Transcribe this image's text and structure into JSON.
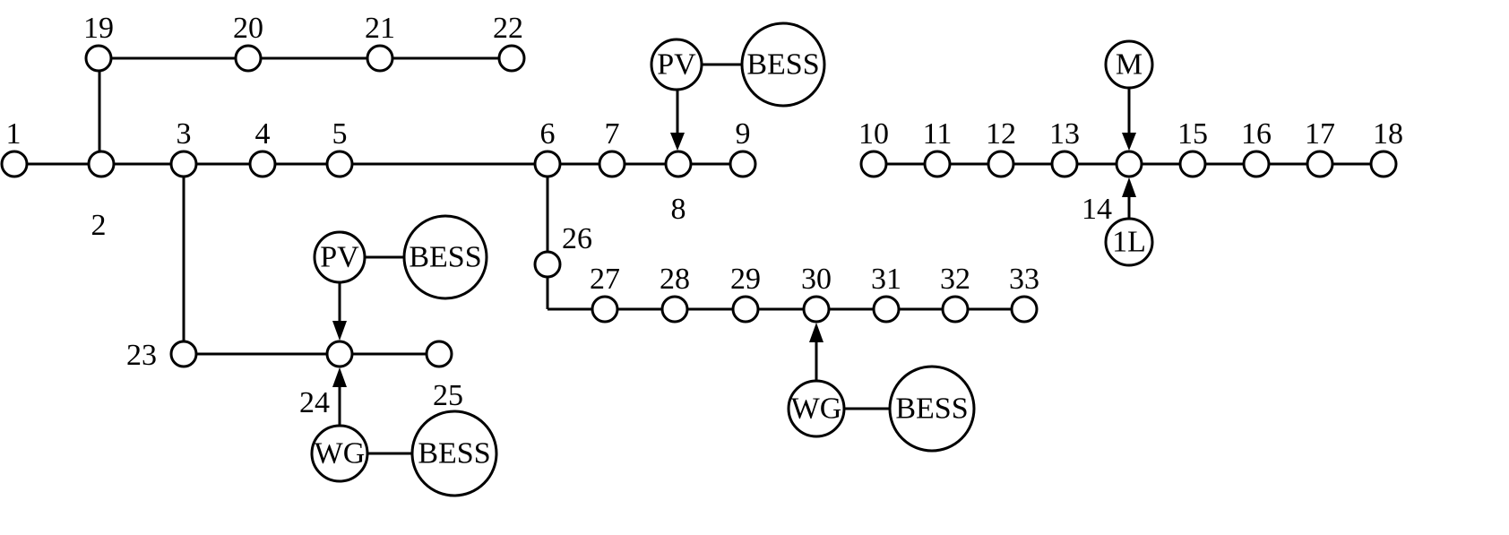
{
  "diagram": {
    "bus_labels": {
      "1": "1",
      "2": "2",
      "3": "3",
      "4": "4",
      "5": "5",
      "6": "6",
      "7": "7",
      "8": "8",
      "9": "9",
      "10": "10",
      "11": "11",
      "12": "12",
      "13": "13",
      "14": "14",
      "15": "15",
      "16": "16",
      "17": "17",
      "18": "18",
      "19": "19",
      "20": "20",
      "21": "21",
      "22": "22",
      "23": "23",
      "24": "24",
      "25": "25",
      "26": "26",
      "27": "27",
      "28": "28",
      "29": "29",
      "30": "30",
      "31": "31",
      "32": "32",
      "33": "33"
    },
    "devices": {
      "pv_bus8": "PV",
      "bess_pv_bus8": "BESS",
      "motor_bus14": "M",
      "load_bus14": "1L",
      "pv_bus24": "PV",
      "bess_pv_bus24": "BESS",
      "wg_bus24": "WG",
      "bess_wg_bus24": "BESS",
      "wg_bus30": "WG",
      "bess_wg_bus30": "BESS"
    },
    "colors": {
      "line": "#000000",
      "background": "#ffffff"
    }
  }
}
